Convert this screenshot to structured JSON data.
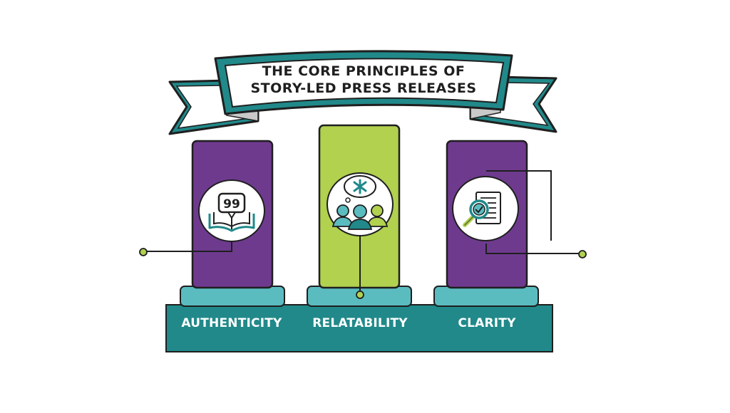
{
  "banner": {
    "line1": "THE CORE PRINCIPLES OF",
    "line2": "STORY-LED PRESS RELEASES"
  },
  "pillars": [
    {
      "label": "AUTHENTICITY",
      "icon": "quote-book-icon",
      "color": "#6e3a8e"
    },
    {
      "label": "RELATABILITY",
      "icon": "people-thought-icon",
      "color": "#b1d14f"
    },
    {
      "label": "CLARITY",
      "icon": "magnifier-document-icon",
      "color": "#6e3a8e"
    }
  ],
  "colors": {
    "teal_dark": "#21898a",
    "teal_light": "#5bbcc0",
    "purple": "#6e3a8e",
    "lime": "#b1d14f",
    "outline": "#1f1f1f"
  }
}
